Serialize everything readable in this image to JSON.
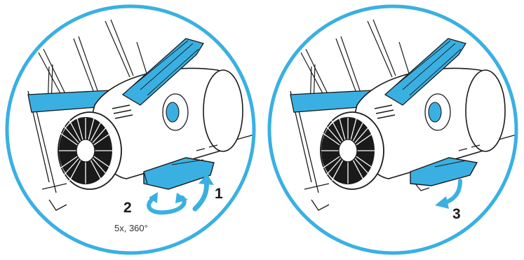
{
  "panels": [
    {
      "id": "panel-left",
      "steps": [
        "2",
        "1"
      ],
      "caption": "5x, 360°"
    },
    {
      "id": "panel-right",
      "steps": [
        "3"
      ]
    }
  ],
  "colors": {
    "accent_blue": "#3ab0e2",
    "line_dark": "#1a1a1a",
    "background": "#ffffff"
  },
  "icons": [
    "rotate-arrow-icon",
    "lift-arrow-icon",
    "remove-arrow-icon",
    "fan-grille-icon"
  ]
}
